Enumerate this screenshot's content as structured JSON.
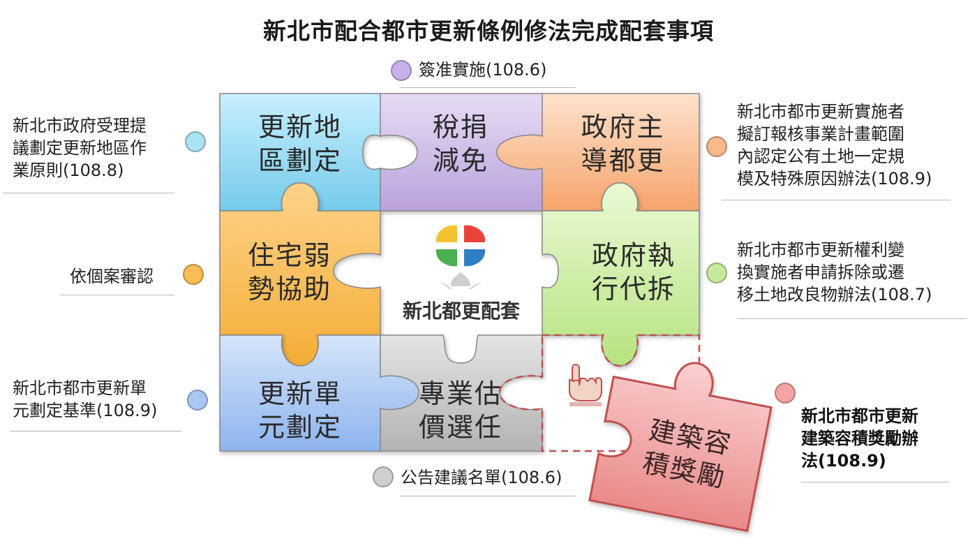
{
  "title": "新北市配合都市更新條例修法完成配套事項",
  "center_logo_text": "新北都更配套",
  "pieces": {
    "renewal_area": {
      "line1": "更新地",
      "line2": "區劃定",
      "color": "#8fd9f0"
    },
    "tax": {
      "line1": "稅捐",
      "line2": "減免",
      "color": "#c9b5e3"
    },
    "gov_led": {
      "line1": "政府主",
      "line2": "導都更",
      "color": "#f8b98b"
    },
    "housing": {
      "line1": "住宅弱",
      "line2": "勢協助",
      "color": "#f9bd55"
    },
    "gov_demolish": {
      "line1": "政府執",
      "line2": "行代拆",
      "color": "#c6ea9c"
    },
    "renewal_unit": {
      "line1": "更新單",
      "line2": "元劃定",
      "color": "#a9c7f2"
    },
    "appraisal": {
      "line1": "專業估",
      "line2": "價選任",
      "color": "#c9c9c9"
    },
    "floor_bonus": {
      "line1": "建築容",
      "line2": "積獎勵",
      "color": "#ee9a9a"
    }
  },
  "annotations": {
    "top": {
      "text": "簽准實施(108.6)",
      "color": "#b99de0"
    },
    "left1": {
      "lines": [
        "新北市政府受理提",
        "議劃定更新地區作",
        "業原則(108.8)"
      ],
      "color": "#8fd9f0"
    },
    "left2": {
      "lines": [
        "依個案審認"
      ],
      "color": "#f9bd55"
    },
    "left3": {
      "lines": [
        "新北市都市更新單",
        "元劃定基準(108.9)"
      ],
      "color": "#a9c7f2"
    },
    "right1": {
      "lines": [
        "新北市都市更新實施者",
        "擬訂報核事業計畫範圍",
        "內認定公有土地一定規",
        "模及特殊原因辦法(108.9)"
      ],
      "color": "#f8b98b"
    },
    "right2": {
      "lines": [
        "新北市都市更新權利變",
        "換實施者申請拆除或遷",
        "移土地改良物辦法(108.7)"
      ],
      "color": "#c6ea9c"
    },
    "right3": {
      "lines": [
        "新北市都市更新",
        "建築容積獎勵辦",
        "法(108.9)"
      ],
      "color": "#f4a3a3"
    },
    "bottom": {
      "text": "公告建議名單(108.6)",
      "color": "#d0d0d0"
    }
  }
}
